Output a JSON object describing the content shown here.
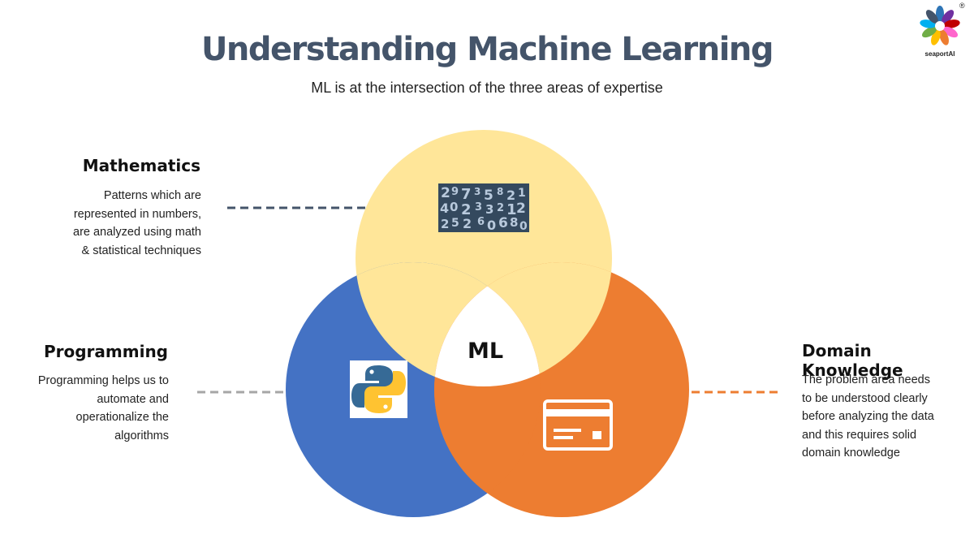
{
  "title": "Understanding Machine Learning",
  "subtitle": "ML is at the intersection  of the three  areas of expertise",
  "center_label": "ML",
  "logo": {
    "label": "seaportAI",
    "mark": "®"
  },
  "colors": {
    "mathematics": "#ffe699",
    "programming": "#4472c4",
    "domain": "#ed7d31",
    "title": "#44546a"
  },
  "areas": {
    "mathematics": {
      "heading": "Mathematics",
      "lines": [
        "Patterns which are",
        "represented  in numbers,",
        "are analyzed using math",
        "& statistical techniques"
      ],
      "icon": "numbers-image-icon"
    },
    "programming": {
      "heading": "Programming",
      "lines": [
        "Programming helps us to",
        "automate and",
        "operationalize the",
        "algorithms"
      ],
      "icon": "python-logo-icon"
    },
    "domain": {
      "heading": "Domain Knowledge",
      "lines": [
        "The problem area needs",
        "to be understood clearly",
        "before analyzing the data",
        "and this requires solid",
        "domain knowledge"
      ],
      "icon": "credit-card-icon"
    }
  }
}
